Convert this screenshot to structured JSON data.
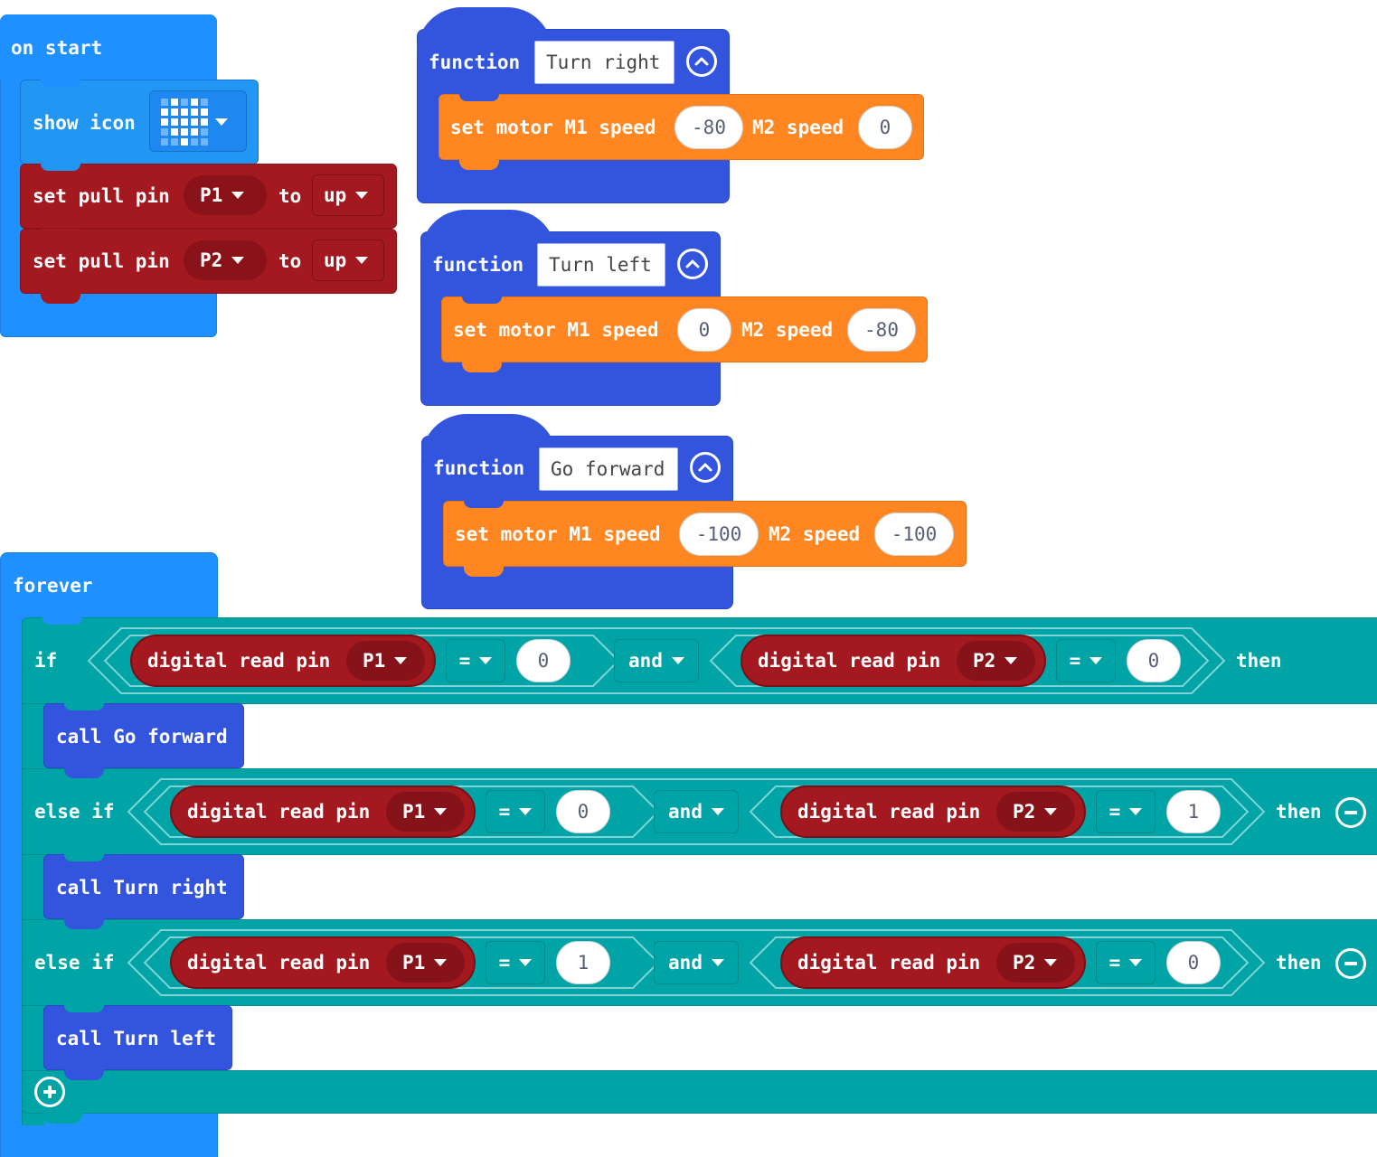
{
  "colors": {
    "basic": "#1e90ff",
    "pins": "#a4181f",
    "functions": "#3355dd",
    "motor": "#ff8621",
    "logic": "#00a4a6"
  },
  "on_start": {
    "hat_label": "on start",
    "show_icon_label": "show icon",
    "icon_name": "heart-icon",
    "pull_rows": [
      {
        "label": "set pull pin",
        "pin": "P1",
        "to": "to",
        "mode": "up"
      },
      {
        "label": "set pull pin",
        "pin": "P2",
        "to": "to",
        "mode": "up"
      }
    ]
  },
  "functions": [
    {
      "keyword": "function",
      "name": "Turn right",
      "set_label": "set motor M1 speed",
      "m1": "-80",
      "m2_label": "M2 speed",
      "m2": "0"
    },
    {
      "keyword": "function",
      "name": "Turn left",
      "set_label": "set motor M1 speed",
      "m1": "0",
      "m2_label": "M2 speed",
      "m2": "-80"
    },
    {
      "keyword": "function",
      "name": "Go forward",
      "set_label": "set motor M1 speed",
      "m1": "-100",
      "m2_label": "M2 speed",
      "m2": "-100"
    }
  ],
  "forever": {
    "hat_label": "forever",
    "branches": [
      {
        "keyword": "if",
        "left": {
          "reader": "digital read pin",
          "pin": "P1",
          "op": "=",
          "value": "0"
        },
        "conj": "and",
        "right": {
          "reader": "digital read pin",
          "pin": "P2",
          "op": "=",
          "value": "0"
        },
        "then": "then",
        "call": "call Go forward"
      },
      {
        "keyword": "else if",
        "left": {
          "reader": "digital read pin",
          "pin": "P1",
          "op": "=",
          "value": "0"
        },
        "conj": "and",
        "right": {
          "reader": "digital read pin",
          "pin": "P2",
          "op": "=",
          "value": "1"
        },
        "then": "then",
        "call": "call Turn right"
      },
      {
        "keyword": "else if",
        "left": {
          "reader": "digital read pin",
          "pin": "P1",
          "op": "=",
          "value": "1"
        },
        "conj": "and",
        "right": {
          "reader": "digital read pin",
          "pin": "P2",
          "op": "=",
          "value": "0"
        },
        "then": "then",
        "call": "call Turn left"
      }
    ]
  }
}
